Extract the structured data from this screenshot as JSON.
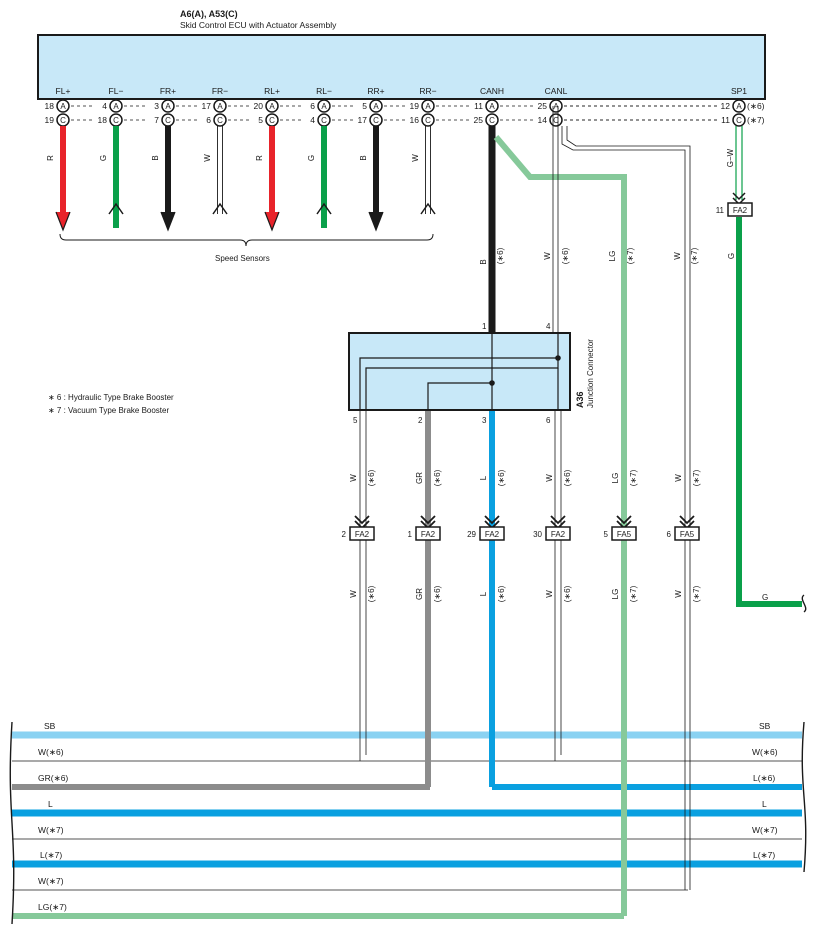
{
  "ecu": {
    "id": "A6(A), A53(C)",
    "name": "Skid Control ECU with Actuator Assembly",
    "connector_a": "A",
    "connector_c": "C",
    "terminals": [
      {
        "label": "FL+",
        "pin_a": "18",
        "pin_c": "19",
        "color": "R",
        "arrow": "down"
      },
      {
        "label": "FL−",
        "pin_a": "4",
        "pin_c": "18",
        "color": "G",
        "arrow": "up"
      },
      {
        "label": "FR+",
        "pin_a": "3",
        "pin_c": "7",
        "color": "B",
        "arrow": "down"
      },
      {
        "label": "FR−",
        "pin_a": "17",
        "pin_c": "6",
        "color": "W",
        "arrow": "up"
      },
      {
        "label": "RL+",
        "pin_a": "20",
        "pin_c": "5",
        "color": "R",
        "arrow": "down"
      },
      {
        "label": "RL−",
        "pin_a": "6",
        "pin_c": "4",
        "color": "G",
        "arrow": "up"
      },
      {
        "label": "RR+",
        "pin_a": "5",
        "pin_c": "17",
        "color": "B",
        "arrow": "down"
      },
      {
        "label": "RR−",
        "pin_a": "19",
        "pin_c": "16",
        "color": "W",
        "arrow": "up"
      },
      {
        "label": "CANH",
        "pin_a": "11",
        "pin_c": "25"
      },
      {
        "label": "CANL",
        "pin_a": "25",
        "pin_c": "14"
      },
      {
        "label": "SP1",
        "pin_a": "12",
        "pin_c": "11",
        "note_a": "(∗6)",
        "note_c": "(∗7)"
      }
    ]
  },
  "speed_sensors_label": "Speed Sensors",
  "wire_labels": {
    "canh": "B",
    "canh_note": "(∗6)",
    "canl_w": "W",
    "canl_w_note": "(∗6)",
    "lg": "LG",
    "lg_note": "(∗7)",
    "w7": "W",
    "w7_note": "(∗7)",
    "sp1_top": "G−W",
    "sp1_g": "G",
    "sp1_bottom": "G"
  },
  "sp1_connector": {
    "pin": "11",
    "name": "FA2"
  },
  "junction": {
    "id": "A36",
    "name": "Junction Connector",
    "pin_1": "1",
    "pin_4": "4",
    "pin_5": "5",
    "pin_2": "2",
    "pin_3": "3",
    "pin_6": "6"
  },
  "notes": [
    "∗ 6 : Hydraulic Type Brake Booster",
    "∗ 7 : Vacuum Type Brake Booster"
  ],
  "inline_connectors": [
    {
      "pin": "2",
      "name": "FA2",
      "color": "W",
      "note": "(∗6)"
    },
    {
      "pin": "1",
      "name": "FA2",
      "color": "GR",
      "note": "(∗6)"
    },
    {
      "pin": "29",
      "name": "FA2",
      "color": "L",
      "note": "(∗6)"
    },
    {
      "pin": "30",
      "name": "FA2",
      "color": "W",
      "note": "(∗6)"
    },
    {
      "pin": "5",
      "name": "FA5",
      "color": "LG",
      "note": "(∗7)"
    },
    {
      "pin": "6",
      "name": "FA5",
      "color": "W",
      "note": "(∗7)"
    }
  ],
  "buses": [
    {
      "left": "SB",
      "right": "SB"
    },
    {
      "left": "W(∗6)",
      "right": "W(∗6)"
    },
    {
      "left": "GR(∗6)",
      "right": "L(∗6)"
    },
    {
      "left": "L",
      "right": "L"
    },
    {
      "left": "W(∗7)",
      "right": "W(∗7)"
    },
    {
      "left": "L(∗7)",
      "right": "L(∗7)"
    },
    {
      "left": "W(∗7)",
      "right": ""
    },
    {
      "left": "LG(∗7)",
      "right": ""
    }
  ],
  "colors": {
    "ecu_fill": "#c8e8f8",
    "red": "#e8232a",
    "green": "#0aa04a",
    "black": "#1a1a1a",
    "blue": "#0aa0e0",
    "sky": "#8ad2f2",
    "gray": "#8c8c8c",
    "lightgreen": "#86c99a"
  }
}
